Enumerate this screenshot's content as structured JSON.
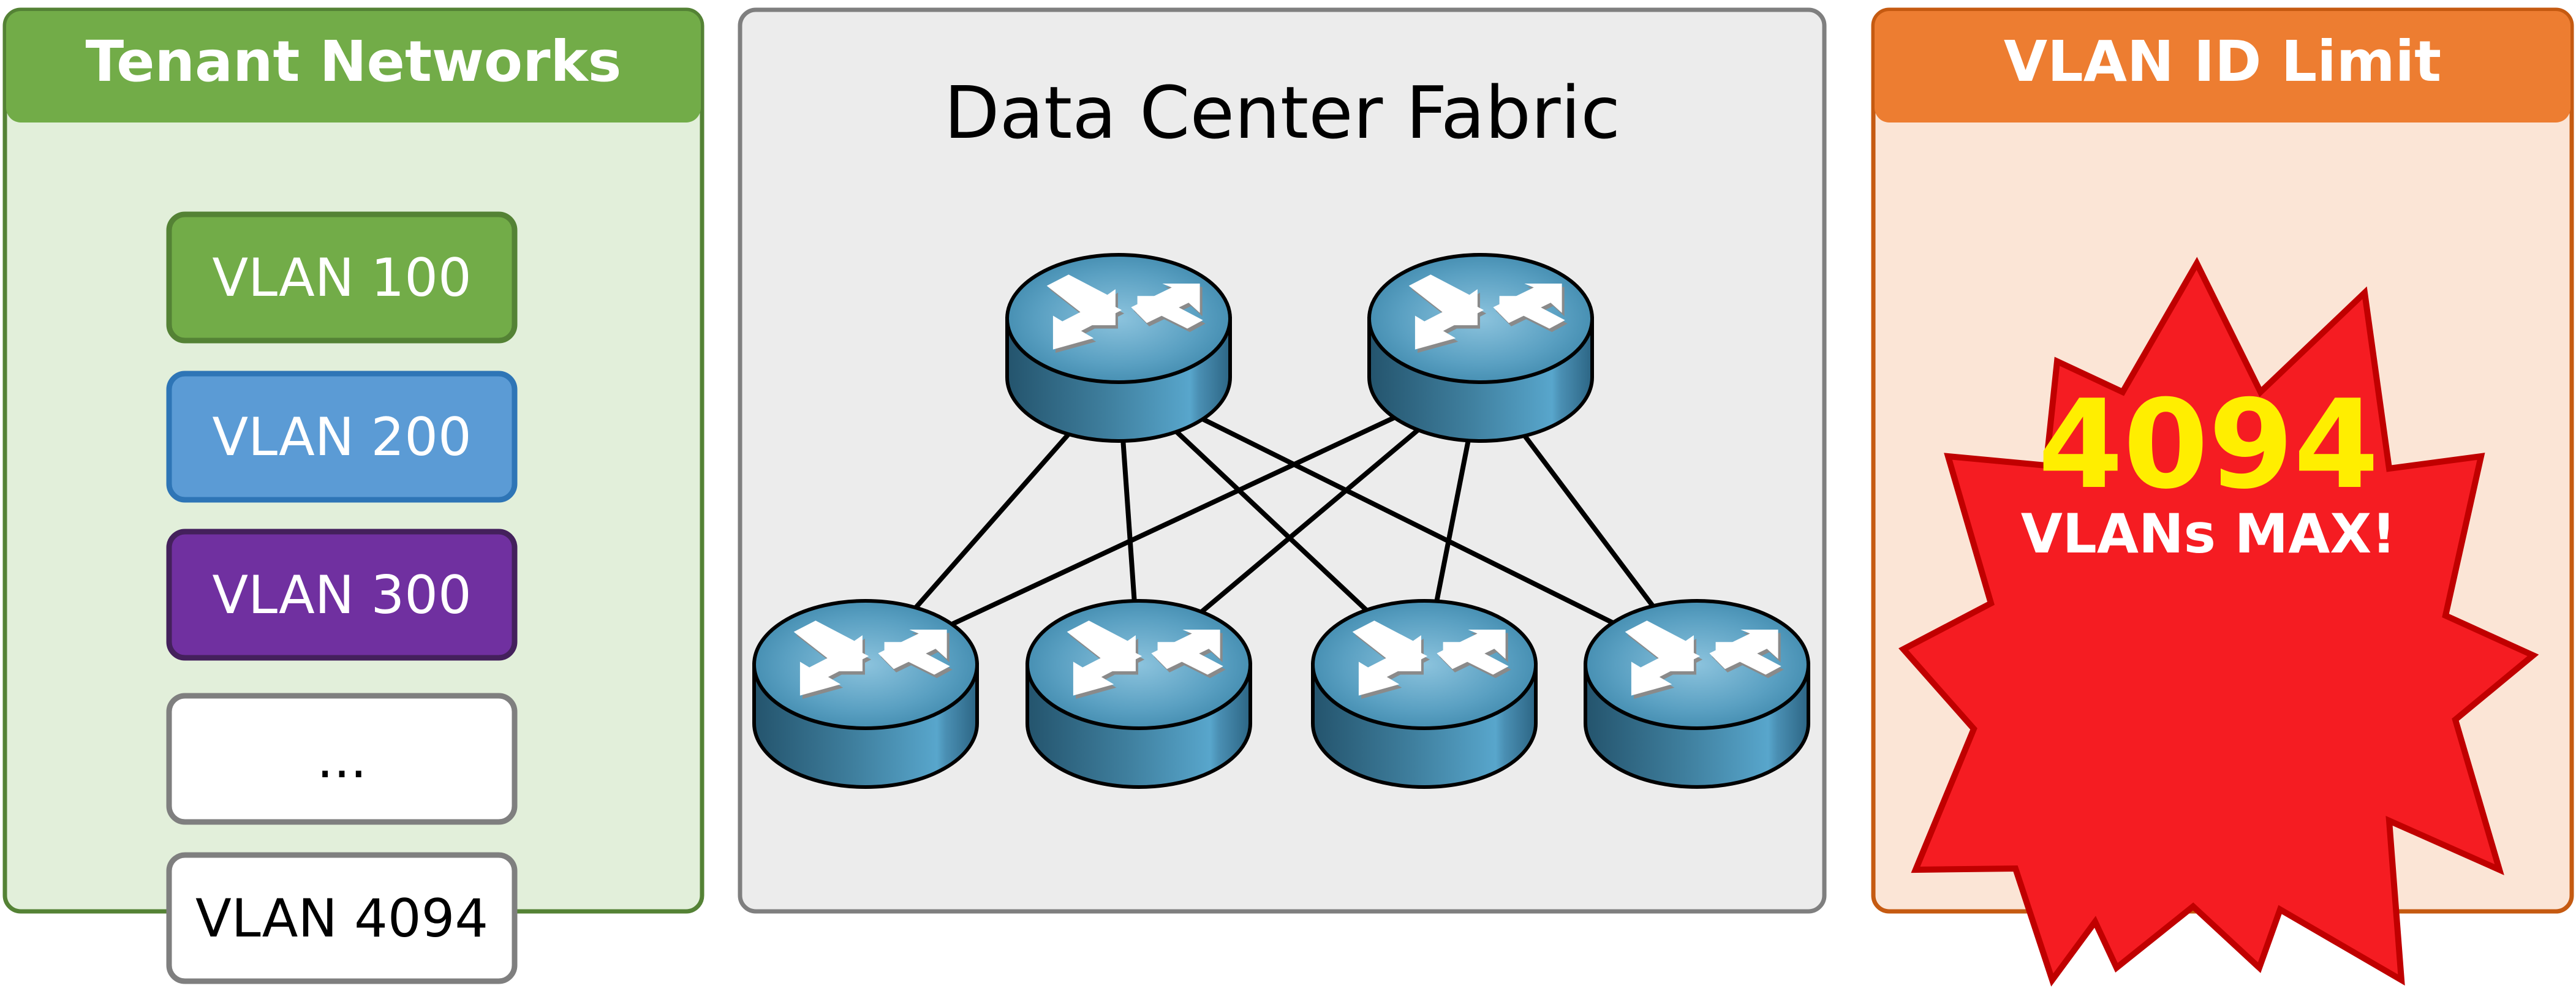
{
  "tenant_panel": {
    "title": "Tenant Networks",
    "colors": {
      "header": "#72ac48",
      "border": "#548235",
      "background": "#e2efda"
    },
    "vlans": [
      {
        "label": "VLAN 100",
        "fill": "#72ac48",
        "stroke": "#548235",
        "text_color": "#ffffff"
      },
      {
        "label": "VLAN 200",
        "fill": "#5b9bd5",
        "stroke": "#2e75b6",
        "text_color": "#ffffff"
      },
      {
        "label": "VLAN 300",
        "fill": "#7030a0",
        "stroke": "#44205c",
        "text_color": "#ffffff"
      },
      {
        "label": "...",
        "fill": "#ffffff",
        "stroke": "#7f7f7f",
        "text_color": "#000000"
      },
      {
        "label": "VLAN 4094",
        "fill": "#ffffff",
        "stroke": "#7f7f7f",
        "text_color": "#000000"
      }
    ]
  },
  "fabric_panel": {
    "title": "Data Center Fabric",
    "colors": {
      "border": "#7f7f7f",
      "background": "#ececec",
      "router": "#3f86aa",
      "link": "#000000"
    },
    "spines": [
      "spine-1",
      "spine-2"
    ],
    "leaves": [
      "leaf-1",
      "leaf-2",
      "leaf-3",
      "leaf-4"
    ],
    "links": [
      [
        "spine-1",
        "leaf-1"
      ],
      [
        "spine-1",
        "leaf-2"
      ],
      [
        "spine-1",
        "leaf-3"
      ],
      [
        "spine-1",
        "leaf-4"
      ],
      [
        "spine-2",
        "leaf-1"
      ],
      [
        "spine-2",
        "leaf-2"
      ],
      [
        "spine-2",
        "leaf-3"
      ],
      [
        "spine-2",
        "leaf-4"
      ]
    ]
  },
  "limit_panel": {
    "title": "VLAN ID Limit",
    "colors": {
      "header": "#ed7d31",
      "border": "#c55a11",
      "background": "#fbe5d6"
    },
    "burst": {
      "number": "4094",
      "caption": "VLANs MAX!",
      "colors": {
        "fill": "#f51c22",
        "stroke": "#c00000",
        "number": "#ffee00",
        "caption": "#ffffff"
      }
    }
  }
}
